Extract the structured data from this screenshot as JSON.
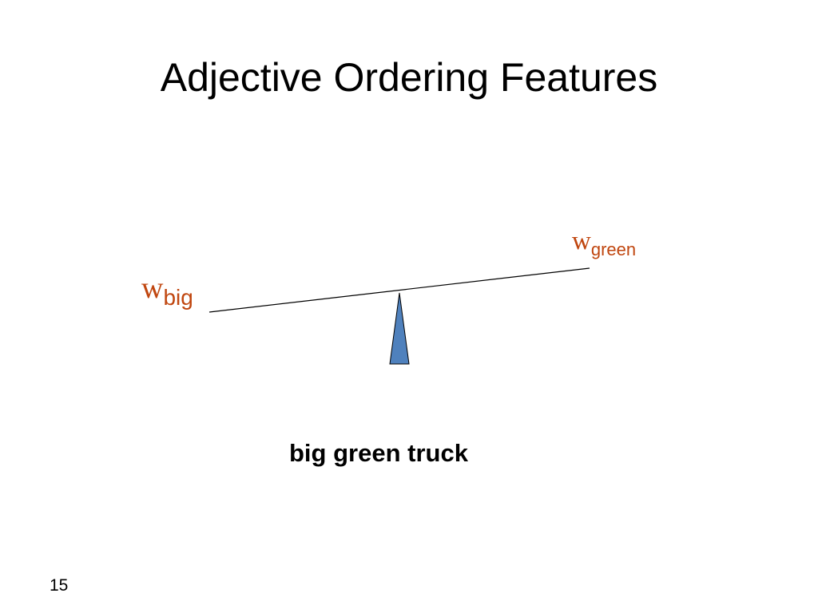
{
  "slide": {
    "title": "Adjective Ordering Features",
    "page_number": "15"
  },
  "diagram": {
    "left_weight": {
      "symbol": "w",
      "subscript": "big"
    },
    "right_weight": {
      "symbol": "w",
      "subscript": "green"
    },
    "phrase": "big green truck",
    "label_color": "#c0460f",
    "fulcrum_color": "#4f81bd"
  }
}
